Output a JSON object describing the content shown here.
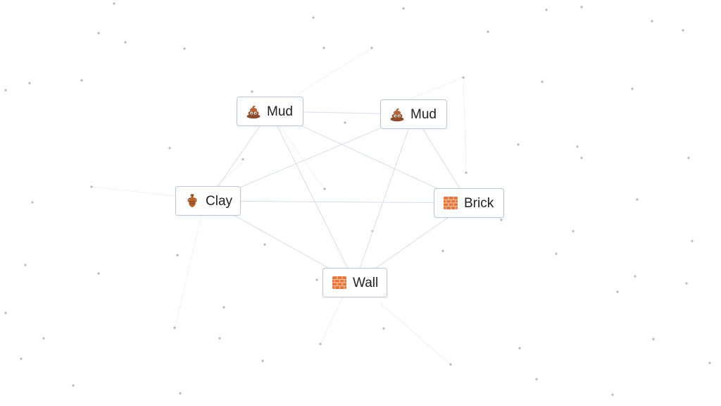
{
  "canvas": {
    "background": "#ffffff",
    "edge_color": "#d6dde8",
    "dot_color": "#9aa0a6"
  },
  "elements": [
    {
      "id": "mud-1",
      "label": "Mud",
      "icon": "poop-icon"
    },
    {
      "id": "mud-2",
      "label": "Mud",
      "icon": "poop-icon"
    },
    {
      "id": "clay",
      "label": "Clay",
      "icon": "amphora-icon"
    },
    {
      "id": "brick",
      "label": "Brick",
      "icon": "brick-icon"
    },
    {
      "id": "wall",
      "label": "Wall",
      "icon": "brick-icon"
    }
  ],
  "connections": [
    [
      "mud-1",
      "mud-2"
    ],
    [
      "mud-1",
      "clay"
    ],
    [
      "mud-1",
      "wall"
    ],
    [
      "mud-1",
      "brick"
    ],
    [
      "mud-2",
      "clay"
    ],
    [
      "mud-2",
      "brick"
    ],
    [
      "mud-2",
      "wall"
    ],
    [
      "clay",
      "brick"
    ],
    [
      "clay",
      "wall"
    ],
    [
      "brick",
      "wall"
    ]
  ]
}
